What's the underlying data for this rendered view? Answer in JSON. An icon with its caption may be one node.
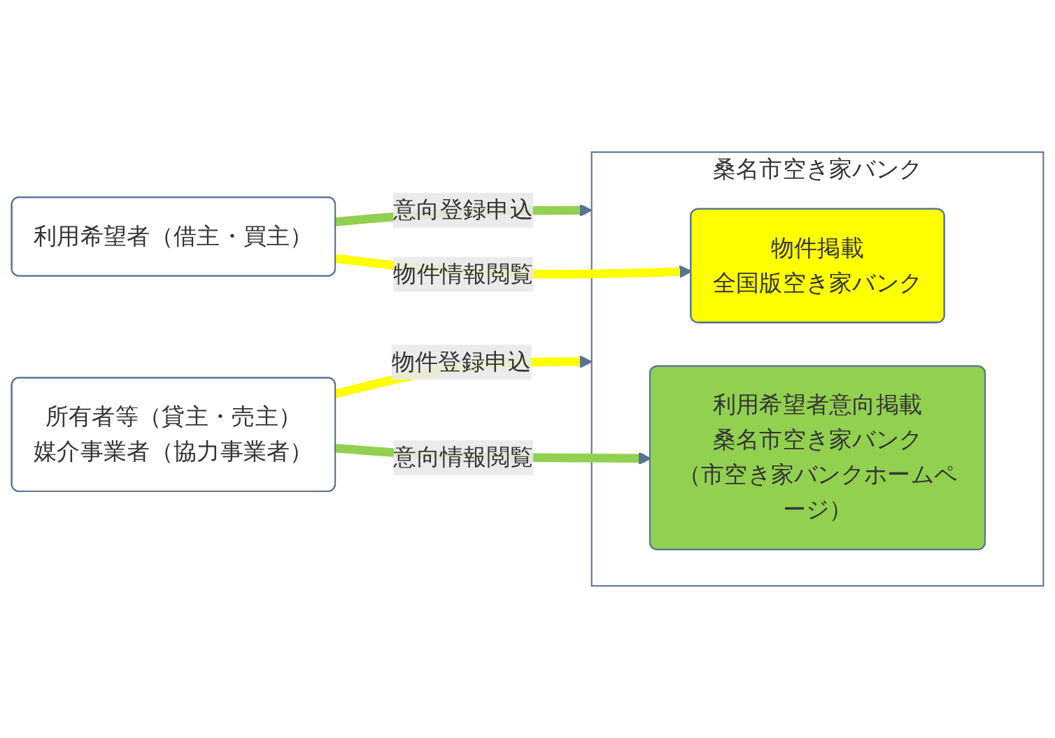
{
  "diagram": {
    "nodes": [
      {
        "text": [
          "所有者等（貸主・売主）",
          "媒介事業者（協力事業者）"
        ]
      },
      {
        "text": [
          "桑名市空き家バンク"
        ]
      },
      {
        "text": [
          "物件掲載",
          "全国版空き家バンク"
        ],
        "in": 1
      },
      {
        "text": [
          "利用希望者意向掲載",
          "桑名市空き家バンク",
          "（市空き家バンクホームページ）"
        ],
        "in": 1
      },
      {
        "text": [
          "利用希望者（借主・買主）"
        ]
      }
    ],
    "edges": [
      {
        "from": 0,
        "to": 1,
        "arrow": "to",
        "label": "物件登録申込",
        "color": "#ffff00"
      },
      {
        "from": 4,
        "to": 1,
        "arrow": "to",
        "label": "意向登録申込",
        "color": "#92d050"
      },
      {
        "from": 4,
        "to": 2,
        "arrow": "to",
        "label": "物件情報閲覧",
        "color": "#ffff00"
      },
      {
        "from": 0,
        "to": 3,
        "arrow": "to",
        "label": "意向情報閲覧",
        "color": "#92d050"
      }
    ]
  }
}
